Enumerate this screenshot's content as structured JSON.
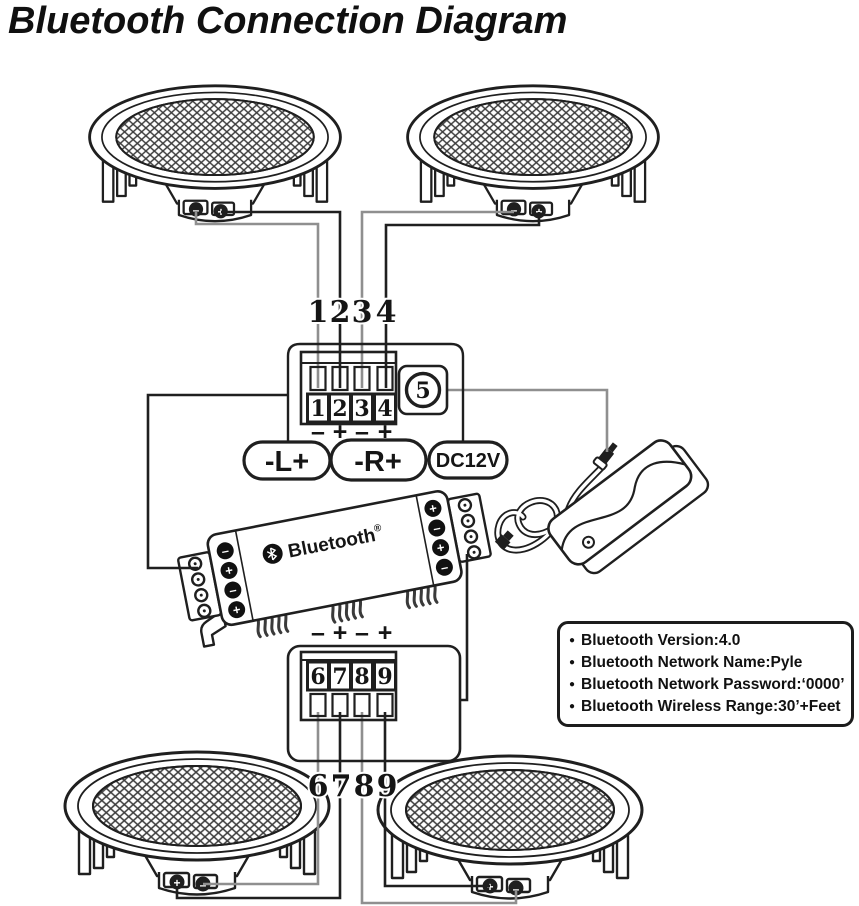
{
  "title": "Bluetooth Connection Diagram",
  "colors": {
    "line": "#1f1f1f",
    "wire_negative": "#8f8f8f",
    "wire_positive": "#1f1f1f",
    "numeral_gray": "#9a9a9a"
  },
  "top_terminal": {
    "wire_labels": [
      "1",
      "2",
      "3",
      "4"
    ],
    "slot_labels": [
      "1",
      "2",
      "3",
      "4"
    ],
    "polarity": [
      "–",
      "+",
      "–",
      "+"
    ],
    "dc_slot": "5"
  },
  "bottom_terminal": {
    "slot_labels": [
      "6",
      "7",
      "8",
      "9"
    ],
    "wire_labels": [
      "6",
      "7",
      "8",
      "9"
    ],
    "polarity": [
      "–",
      "+",
      "–",
      "+"
    ]
  },
  "channel_labels": {
    "left": "-L+",
    "right": "-R+",
    "power": "DC12V"
  },
  "amplifier": {
    "label": "Bluetooth",
    "registered": "®",
    "left_terminals": [
      "–",
      "+",
      "–",
      "+"
    ],
    "right_terminals": [
      "+",
      "–",
      "+",
      "–"
    ]
  },
  "info_box": {
    "bullet": "●",
    "items": [
      "Bluetooth Version:4.0",
      "Bluetooth Network Name:Pyle",
      "Bluetooth Network Password:‘0000’",
      "Bluetooth Wireless Range:30’+Feet"
    ]
  },
  "speakers": {
    "top_left": {
      "terminals": [
        "–",
        "+"
      ]
    },
    "top_right": {
      "terminals": [
        "–",
        "+"
      ]
    },
    "bottom_left": {
      "terminals": [
        "+",
        "–"
      ]
    },
    "bottom_right": {
      "terminals": [
        "+",
        "–"
      ]
    }
  }
}
